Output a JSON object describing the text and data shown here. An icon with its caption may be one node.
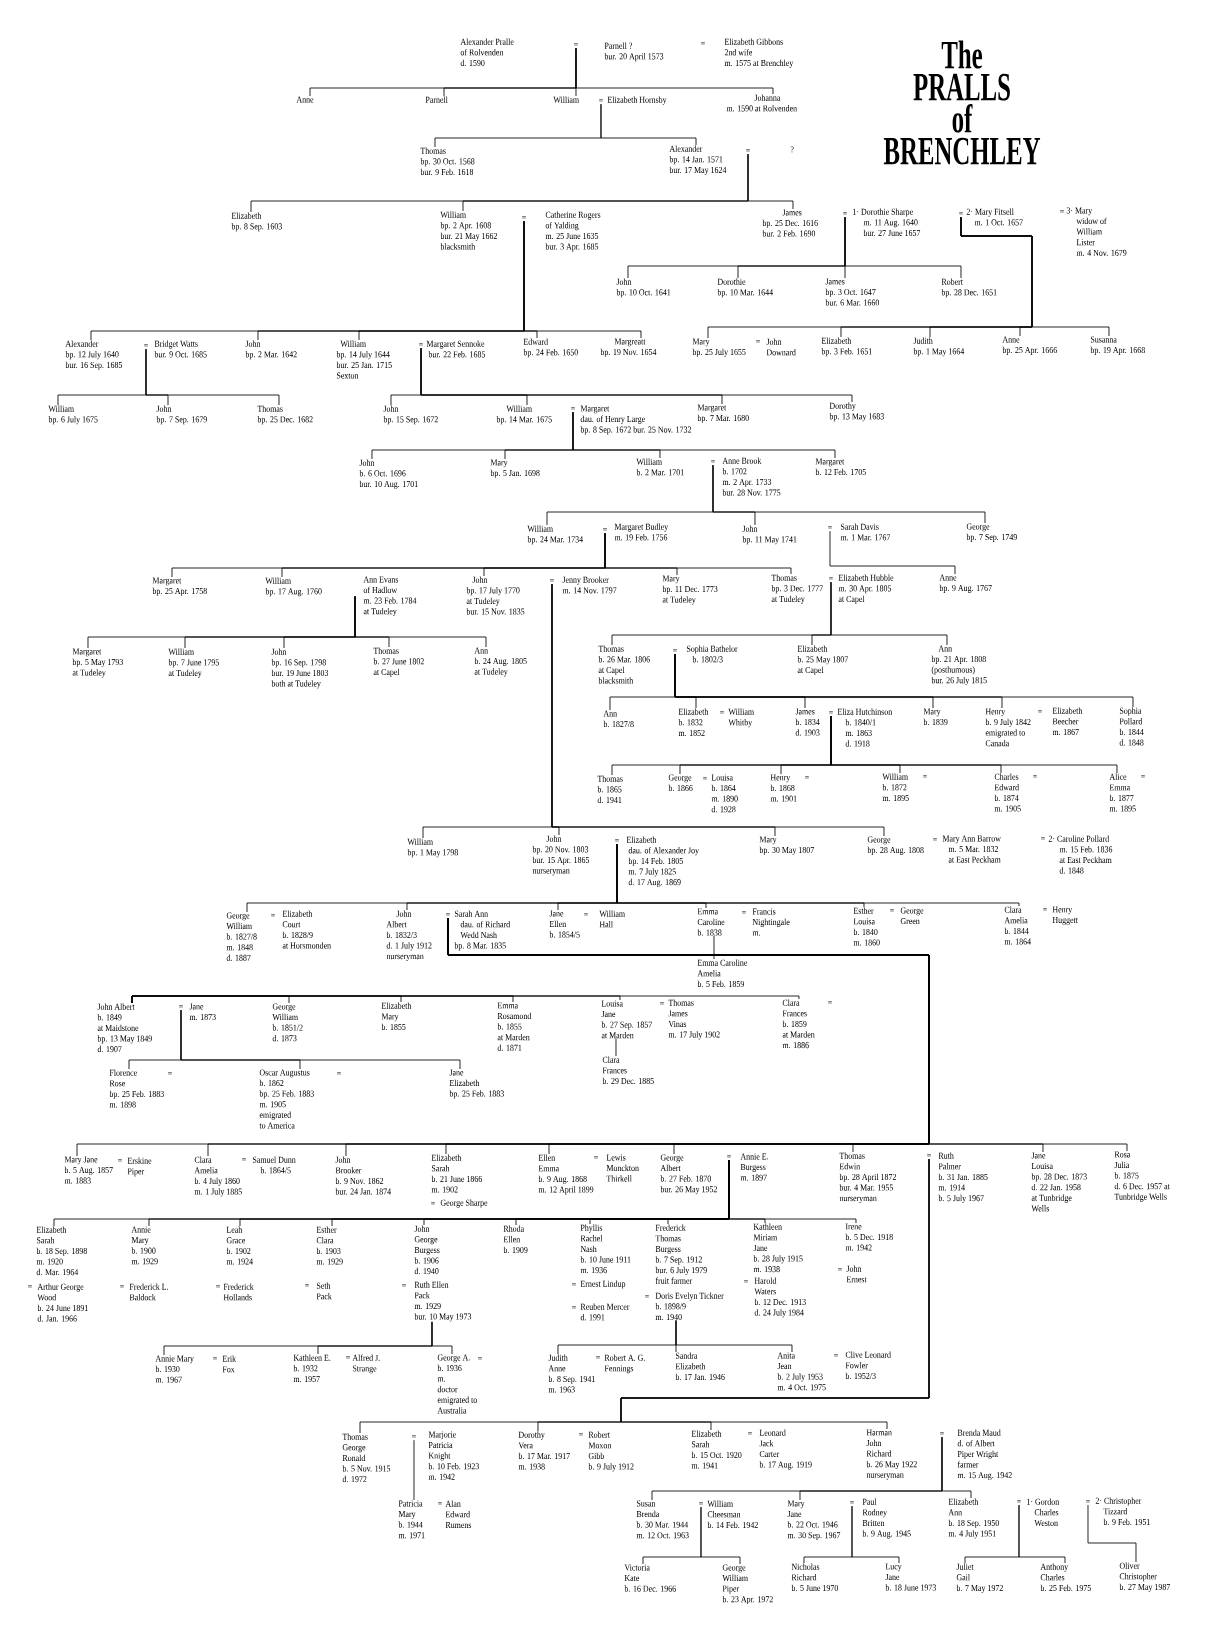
{
  "diagram": {
    "title": "The PRALLS of BRENCHLEY",
    "nodes": [
      {
        "text": [
          "Alexander Pralle of Rolvenden d. 1590"
        ]
      },
      {
        "text": [
          "="
        ]
      },
      {
        "text": [
          "Parnell ? bur. 20 April 1573"
        ]
      },
      {
        "text": [
          "="
        ]
      },
      {
        "text": [
          "Elizabeth Gibbons 2nd wife m. 1575 at Brenchley"
        ]
      },
      {
        "text": [
          "Anne"
        ]
      },
      {
        "text": [
          "Parnell"
        ]
      },
      {
        "text": [
          "William"
        ]
      },
      {
        "text": [
          "="
        ]
      },
      {
        "text": [
          "Elizabeth Hornsby"
        ]
      },
      {
        "text": [
          "Johanna m. 1590 at Rolvenden"
        ]
      },
      {
        "text": [
          "Thomas bp. 30 Oct. 1568 bur. 9 Feb. 1618"
        ]
      },
      {
        "text": [
          "Alexander bp. 14 Jan. 1571 bur. 17 May 1624"
        ]
      },
      {
        "text": [
          "="
        ]
      },
      {
        "text": [
          "?"
        ]
      },
      {
        "text": [
          "Elizabeth bp. 8 Sep. 1603"
        ]
      },
      {
        "text": [
          "William bp. 2 Apr. 1608 bur. 21 May 1662 blacksmith"
        ]
      },
      {
        "text": [
          "="
        ]
      },
      {
        "text": [
          "Catherine Rogers of Yalding m. 25 June 1635 bur. 3 Apr. 1685"
        ]
      },
      {
        "text": [
          "James bp. 25 Dec. 1616 bur. 2 Feb. 1690"
        ]
      },
      {
        "text": [
          "="
        ]
      },
      {
        "text": [
          "1· Dorothie Sharpe m. 11 Aug. 1640 bur. 27 June 1657"
        ]
      },
      {
        "text": [
          "="
        ]
      },
      {
        "text": [
          "2· Mary Fitsell m. 1 Oct. 1657"
        ]
      },
      {
        "text": [
          "="
        ]
      },
      {
        "text": [
          "3· Mary widow of William Lister m. 4 Nov. 1679"
        ]
      },
      {
        "text": [
          "John bp. 10 Oct. 1641"
        ]
      },
      {
        "text": [
          "Dorothie bp. 10 Mar. 1644"
        ]
      },
      {
        "text": [
          "James bp. 3 Oct. 1647 bur. 6 Mar. 1660"
        ]
      },
      {
        "text": [
          "Robert bp. 28 Dec. 1651"
        ]
      },
      {
        "text": [
          "Alexander bp. 12 July 1640 bur. 16 Sep. 1685"
        ]
      },
      {
        "text": [
          "="
        ]
      },
      {
        "text": [
          "Bridget Watts bur. 9 Oct. 1685"
        ]
      },
      {
        "text": [
          "John bp. 2 Mar. 1642"
        ]
      },
      {
        "text": [
          "William bp. 14 July 1644 bur. 25 Jan. 1715 Sexton"
        ]
      },
      {
        "text": [
          "="
        ]
      },
      {
        "text": [
          "Margaret Sennoke bur. 22 Feb. 1685"
        ]
      },
      {
        "text": [
          "Edward bp. 24 Feb. 1650"
        ]
      },
      {
        "text": [
          "Margreatt bp. 19 Nov. 1654"
        ]
      },
      {
        "text": [
          "Mary bp. 25 July 1655"
        ]
      },
      {
        "text": [
          "="
        ]
      },
      {
        "text": [
          "John Downard"
        ]
      },
      {
        "text": [
          "Elizabeth bp. 3 Feb. 1651"
        ]
      },
      {
        "text": [
          "Judith bp. 1 May 1664"
        ]
      },
      {
        "text": [
          "Anne bp. 25 Apr. 1666"
        ]
      },
      {
        "text": [
          "Susanna bp. 19 Apr. 1668"
        ]
      },
      {
        "text": [
          "William bp. 6 July 1675"
        ]
      },
      {
        "text": [
          "John bp. 7 Sep. 1679"
        ]
      },
      {
        "text": [
          "Thomas bp. 25 Dec. 1682"
        ]
      },
      {
        "text": [
          "John bp. 15 Sep. 1672"
        ]
      },
      {
        "text": [
          "William bp. 14 Mar. 1675"
        ]
      },
      {
        "text": [
          "="
        ]
      },
      {
        "text": [
          "Margaret dau. of Henry Large bp. 8 Sep. 1672 bur. 25 Nov. 1732"
        ]
      },
      {
        "text": [
          "Margaret bp. 7 Mar. 1680"
        ]
      },
      {
        "text": [
          "Dorothy bp. 13 May 1683"
        ]
      },
      {
        "text": [
          "John b. 6 Oct. 1696 bur. 10 Aug. 1701"
        ]
      },
      {
        "text": [
          "Mary bp. 5 Jan. 1698"
        ]
      },
      {
        "text": [
          "William b. 2 Mar. 1701"
        ]
      },
      {
        "text": [
          "="
        ]
      },
      {
        "text": [
          "Anne Brook b. 1702 m. 2 Apr. 1733 bur. 28 Nov. 1775"
        ]
      },
      {
        "text": [
          "Margaret b. 12 Feb. 1705"
        ]
      },
      {
        "text": [
          "William bp. 24 Mar. 1734"
        ]
      },
      {
        "text": [
          "="
        ]
      },
      {
        "text": [
          "Margaret Budley m. 19 Feb. 1756"
        ]
      },
      {
        "text": [
          "John bp. 11 May 1741"
        ]
      },
      {
        "text": [
          "="
        ]
      },
      {
        "text": [
          "Sarah Davis m. 1 Mar. 1767"
        ]
      },
      {
        "text": [
          "George bp. 7 Sep. 1749"
        ]
      },
      {
        "text": [
          "Margaret bp. 25 Apr. 1758"
        ]
      },
      {
        "text": [
          "William bp. 17 Aug. 1760"
        ]
      },
      {
        "text": [
          "Ann Evans of Hadlow m. 23 Feb. 1784 at Tudeley"
        ]
      },
      {
        "text": [
          "John bp. 17 July 1770 at Tudeley bur. 15 Nov. 1835"
        ]
      },
      {
        "text": [
          "="
        ]
      },
      {
        "text": [
          "Jenny Brooker m. 14 Nov. 1797"
        ]
      },
      {
        "text": [
          "Mary bp. 11 Dec. 1773 at Tudeley"
        ]
      },
      {
        "text": [
          "Thomas bp. 3 Dec. 1777 at Tudeley"
        ]
      },
      {
        "text": [
          "="
        ]
      },
      {
        "text": [
          "Elizabeth Hubble m. 30 Apr. 1805 at Capel"
        ]
      },
      {
        "text": [
          "Anne bp. 9 Aug. 1767"
        ]
      },
      {
        "text": [
          "Margaret bp. 5 May 1793 at Tudeley"
        ]
      },
      {
        "text": [
          "William bp. 7 June 1795 at Tudeley"
        ]
      },
      {
        "text": [
          "John bp. 16 Sep. 1798 bur. 19 June 1803 both at Tudeley"
        ]
      },
      {
        "text": [
          "Thomas b. 27 June 1802 at Capel"
        ]
      },
      {
        "text": [
          "Ann b. 24 Aug. 1805 at Tudeley"
        ]
      },
      {
        "text": [
          "Thomas b. 26 Mar. 1806 at Capel blacksmith"
        ]
      },
      {
        "text": [
          "="
        ]
      },
      {
        "text": [
          "Sophia Bathelor b. 1802/3"
        ]
      },
      {
        "text": [
          "Elizabeth b. 25 May 1807 at Capel"
        ]
      },
      {
        "text": [
          "Ann bp. 21 Apr. 1808 (posthumous) bur. 26 July 1815"
        ]
      },
      {
        "text": [
          "Ann b. 1827/8"
        ]
      },
      {
        "text": [
          "Elizabeth b. 1832 m. 1852"
        ]
      },
      {
        "text": [
          "="
        ]
      },
      {
        "text": [
          "William Whitby"
        ]
      },
      {
        "text": [
          "James b. 1834 d. 1903"
        ]
      },
      {
        "text": [
          "="
        ]
      },
      {
        "text": [
          "Eliza Hutchinson b. 1840/1 m. 1863 d. 1918"
        ]
      },
      {
        "text": [
          "Mary b. 1839"
        ]
      },
      {
        "text": [
          "Henry b. 9 July 1842 emigrated to Canada"
        ]
      },
      {
        "text": [
          "="
        ]
      },
      {
        "text": [
          "Elizabeth Beecher m. 1867"
        ]
      },
      {
        "text": [
          "Sophia Pollard b. 1844 d. 1848"
        ]
      },
      {
        "text": [
          "Thomas b. 1865 d. 1941"
        ]
      },
      {
        "text": [
          "George b. 1866"
        ]
      },
      {
        "text": [
          "="
        ]
      },
      {
        "text": [
          "Louisa b. 1864 m. 1890 d. 1928"
        ]
      },
      {
        "text": [
          "Henry b. 1868 m. 1901"
        ]
      },
      {
        "text": [
          "="
        ]
      },
      {
        "text": [
          "William b. 1872 m. 1895"
        ]
      },
      {
        "text": [
          "="
        ]
      },
      {
        "text": [
          "Charles Edward b. 1874 m. 1905"
        ]
      },
      {
        "text": [
          "="
        ]
      },
      {
        "text": [
          "Alice Emma b. 1877 m. 1895"
        ]
      },
      {
        "text": [
          "="
        ]
      },
      {
        "text": [
          "William bp. 1 May 1798"
        ]
      },
      {
        "text": [
          "John bp. 20 Nov. 1803 bur. 15 Apr. 1865 nurseryman"
        ]
      },
      {
        "text": [
          "="
        ]
      },
      {
        "text": [
          "Elizabeth dau. of Alexander Joy bp. 14 Feb. 1805 m. 7 July 1825 d. 17 Aug. 1869"
        ]
      },
      {
        "text": [
          "Mary bp. 30 May 1807"
        ]
      },
      {
        "text": [
          "George bp. 28 Aug. 1808"
        ]
      },
      {
        "text": [
          "="
        ]
      },
      {
        "text": [
          "Mary Ann Barrow m. 5 Mar. 1832 at East Peckham"
        ]
      },
      {
        "text": [
          "="
        ]
      },
      {
        "text": [
          "2· Caroline Pollard m. 15 Feb. 1836 at East Peckham d. 1848"
        ]
      },
      {
        "text": [
          "George William b. 1827/8 m. 1848 d. 1887"
        ]
      },
      {
        "text": [
          "="
        ]
      },
      {
        "text": [
          "Elizabeth Court b. 1828/9 at Horsmonden"
        ]
      },
      {
        "text": [
          "John Albert b. 1832/3 d. 1 July 1912 nurseryman"
        ]
      },
      {
        "text": [
          "="
        ]
      },
      {
        "text": [
          "Sarah Ann dau. of Richard Wedd Nash bp. 8 Mar. 1835"
        ]
      },
      {
        "text": [
          "Jane Ellen b. 1854/5"
        ]
      },
      {
        "text": [
          "="
        ]
      },
      {
        "text": [
          "William Hall"
        ]
      },
      {
        "text": [
          "Emma Caroline b. 1838"
        ]
      },
      {
        "text": [
          "="
        ]
      },
      {
        "text": [
          "Francis Nightingale m."
        ]
      },
      {
        "text": [
          "Esther Louisa b. 1840 m. 1860"
        ]
      },
      {
        "text": [
          "="
        ]
      },
      {
        "text": [
          "George Green"
        ]
      },
      {
        "text": [
          "Clara Amelia b. 1844 m. 1864"
        ]
      },
      {
        "text": [
          "="
        ]
      },
      {
        "text": [
          "Henry Huggett"
        ]
      },
      {
        "text": [
          "Emma Caroline Amelia b. 5 Feb. 1859"
        ]
      },
      {
        "text": [
          "John Albert b. 1849 at Maidstone bp. 13 May 1849 d. 1907"
        ]
      },
      {
        "text": [
          "="
        ]
      },
      {
        "text": [
          "Jane m. 1873"
        ]
      },
      {
        "text": [
          "George William b. 1851/2 d. 1873"
        ]
      },
      {
        "text": [
          "Elizabeth Mary b. 1855"
        ]
      },
      {
        "text": [
          "Emma Rosamond b. 1855 at Marden d. 1871"
        ]
      },
      {
        "text": [
          "Louisa Jane b. 27 Sep. 1857 at Marden"
        ]
      },
      {
        "text": [
          "="
        ]
      },
      {
        "text": [
          "Thomas James Vinas m. 17 July 1902"
        ]
      },
      {
        "text": [
          "Clara Frances b. 1859 at Marden m. 1886"
        ]
      },
      {
        "text": [
          "="
        ]
      },
      {
        "text": [
          "Clara Frances b. 29 Dec. 1885"
        ]
      },
      {
        "text": [
          "Florence Rose bp. 25 Feb. 1883 m. 1898"
        ]
      },
      {
        "text": [
          "="
        ]
      },
      {
        "text": [
          "Oscar Augustus b. 1862 bp. 25 Feb. 1883 m. 1905 emigrated to America"
        ]
      },
      {
        "text": [
          "="
        ]
      },
      {
        "text": [
          "Jane Elizabeth bp. 25 Feb. 1883"
        ]
      },
      {
        "text": [
          "Mary Jane b. 5 Aug. 1857 m. 1883"
        ]
      },
      {
        "text": [
          "="
        ]
      },
      {
        "text": [
          "Erskine Piper"
        ]
      },
      {
        "text": [
          "Clara Amelia b. 4 July 1860 m. 1 July 1885"
        ]
      },
      {
        "text": [
          "="
        ]
      },
      {
        "text": [
          "Samuel Dunn b. 1864/5"
        ]
      },
      {
        "text": [
          "John Brooker b. 9 Nov. 1862 bur. 24 Jan. 1874"
        ]
      },
      {
        "text": [
          "Elizabeth Sarah b. 21 June 1866 m. 1902"
        ]
      },
      {
        "text": [
          "="
        ]
      },
      {
        "text": [
          "George Sharpe"
        ]
      },
      {
        "text": [
          "Ellen Emma b. 9 Aug. 1868 m. 12 April 1899"
        ]
      },
      {
        "text": [
          "="
        ]
      },
      {
        "text": [
          "Lewis Monckton Thirkell"
        ]
      },
      {
        "text": [
          "George Albert b. 27 Feb. 1870 bur. 26 May 1952"
        ]
      },
      {
        "text": [
          "="
        ]
      },
      {
        "text": [
          "Annie E. Burgess m. 1897"
        ]
      },
      {
        "text": [
          "Thomas Edwin bp. 28 April 1872 bur. 4 Mar. 1955 nurseryman"
        ]
      },
      {
        "text": [
          "="
        ]
      },
      {
        "text": [
          "Ruth Palmer b. 31 Jan. 1885 m. 1914 b. 5 July 1967"
        ]
      },
      {
        "text": [
          "Jane Louisa bp. 28 Dec. 1873 d. 22 Jan. 1958 at Tunbridge Wells"
        ]
      },
      {
        "text": [
          "Rosa Julia b. 1875 d. 6 Dec. 1957 at Tunbridge Wells"
        ]
      },
      {
        "text": [
          "Elizabeth Sarah b. 18 Sep. 1898 m. 1920 d. Mar. 1964"
        ]
      },
      {
        "text": [
          "="
        ]
      },
      {
        "text": [
          "Arthur George Wood b. 24 June 1891 d. Jan. 1966"
        ]
      },
      {
        "text": [
          "Annie Mary b. 1900 m. 1929"
        ]
      },
      {
        "text": [
          "="
        ]
      },
      {
        "text": [
          "Frederick L. Baldock"
        ]
      },
      {
        "text": [
          "Leah Grace b. 1902 m. 1924"
        ]
      },
      {
        "text": [
          "="
        ]
      },
      {
        "text": [
          "Frederick Hollands"
        ]
      },
      {
        "text": [
          "Esther Clara b. 1903 m. 1929"
        ]
      },
      {
        "text": [
          "="
        ]
      },
      {
        "text": [
          "Seth Pack"
        ]
      },
      {
        "text": [
          "John George Burgess b. 1906 d. 1940"
        ]
      },
      {
        "text": [
          "="
        ]
      },
      {
        "text": [
          "Ruth Ellen Pack m. 1929 bur. 10 May 1973"
        ]
      },
      {
        "text": [
          "Rhoda Ellen b. 1909"
        ]
      },
      {
        "text": [
          "Phyllis Rachel Nash b. 10 June 1911 m. 1936"
        ]
      },
      {
        "text": [
          "="
        ]
      },
      {
        "text": [
          "Ernest Lindup"
        ]
      },
      {
        "text": [
          "="
        ]
      },
      {
        "text": [
          "Reuben Mercer d. 1991"
        ]
      },
      {
        "text": [
          "Frederick Thomas Burgess b. 7 Sep. 1912 bur. 6 July 1979 fruit farmer"
        ]
      },
      {
        "text": [
          "="
        ]
      },
      {
        "text": [
          "Doris Evelyn Tickner b. 1898/9 m. 1940"
        ]
      },
      {
        "text": [
          "Kathleen Miriam Jane b. 28 July 1915 m. 1938"
        ]
      },
      {
        "text": [
          "="
        ]
      },
      {
        "text": [
          "Harold Waters b. 12 Dec. 1913 d. 24 July 1984"
        ]
      },
      {
        "text": [
          "Irene b. 5 Dec. 1918 m. 1942"
        ]
      },
      {
        "text": [
          "="
        ]
      },
      {
        "text": [
          "John Ernest"
        ]
      },
      {
        "text": [
          "Annie Mary b. 1930 m. 1967"
        ]
      },
      {
        "text": [
          "="
        ]
      },
      {
        "text": [
          "Erik Fox"
        ]
      },
      {
        "text": [
          "Kathleen E. b. 1932 m. 1957"
        ]
      },
      {
        "text": [
          "="
        ]
      },
      {
        "text": [
          "Alfred J. Strange"
        ]
      },
      {
        "text": [
          "George A. b. 1936 m. doctor emigrated to Australia"
        ]
      },
      {
        "text": [
          "="
        ]
      },
      {
        "text": [
          "Judith Anne b. 8 Sep. 1941 m. 1963"
        ]
      },
      {
        "text": [
          "="
        ]
      },
      {
        "text": [
          "Robert A. G. Fennings"
        ]
      },
      {
        "text": [
          "Sandra Elizabeth b. 17 Jan. 1946"
        ]
      },
      {
        "text": [
          "Anita Jean b. 2 July 1953 m. 4 Oct. 1975"
        ]
      },
      {
        "text": [
          "="
        ]
      },
      {
        "text": [
          "Clive Leonard Fowler b. 1952/3"
        ]
      },
      {
        "text": [
          "Thomas George Ronald b. 5 Nov. 1915 d. 1972"
        ]
      },
      {
        "text": [
          "="
        ]
      },
      {
        "text": [
          "Marjorie Patricia Knight b. 10 Feb. 1923 m. 1942"
        ]
      },
      {
        "text": [
          "Dorothy Vera b. 17 Mar. 1917 m. 1938"
        ]
      },
      {
        "text": [
          "="
        ]
      },
      {
        "text": [
          "Robert Moxon Gibb b. 9 July 1912"
        ]
      },
      {
        "text": [
          "Elizabeth Sarah b. 15 Oct. 1920 m. 1941"
        ]
      },
      {
        "text": [
          "="
        ]
      },
      {
        "text": [
          "Leonard Jack Carter b. 17 Aug. 1919"
        ]
      },
      {
        "text": [
          "Harman John Richard b. 26 May 1922 nurseryman"
        ]
      },
      {
        "text": [
          "="
        ]
      },
      {
        "text": [
          "Brenda Maud d. of Albert Piper Wright farmer m. 15 Aug. 1942"
        ]
      },
      {
        "text": [
          "Patricia Mary b. 1944 m. 1971"
        ]
      },
      {
        "text": [
          "="
        ]
      },
      {
        "text": [
          "Alan Edward Rumens"
        ]
      },
      {
        "text": [
          "Susan Brenda b. 30 Mar. 1944 m. 12 Oct. 1963"
        ]
      },
      {
        "text": [
          "="
        ]
      },
      {
        "text": [
          "William Cheesman b. 14 Feb. 1942"
        ]
      },
      {
        "text": [
          "Mary Jane b. 22 Oct. 1946 m. 30 Sep. 1967"
        ]
      },
      {
        "text": [
          "="
        ]
      },
      {
        "text": [
          "Paul Rodney Britten b. 9 Aug. 1945"
        ]
      },
      {
        "text": [
          "Elizabeth Ann b. 18 Sep. 1950 m. 4 July 1951"
        ]
      },
      {
        "text": [
          "="
        ]
      },
      {
        "text": [
          "1· Gordon Charles Weston"
        ]
      },
      {
        "text": [
          "="
        ]
      },
      {
        "text": [
          "2· Christopher Tizzard b. 9 Feb. 1951"
        ]
      },
      {
        "text": [
          "Victoria Kate b. 16 Dec. 1966"
        ]
      },
      {
        "text": [
          "George William Piper b. 23 Apr. 1972"
        ]
      },
      {
        "text": [
          "Nicholas Richard b. 5 June 1970"
        ]
      },
      {
        "text": [
          "Lucy Jane b. 18 June 1973"
        ]
      },
      {
        "text": [
          "Juliet Gail b. 7 May 1972"
        ]
      },
      {
        "text": [
          "Anthony Charles b. 25 Feb. 1975"
        ]
      },
      {
        "text": [
          "Oliver Christopher b. 27 May 1987"
        ]
      }
    ],
    "edges": [
      {
        "from": 1,
        "to": 5,
        "arrow": "none"
      },
      {
        "from": 1,
        "to": 6,
        "arrow": "none"
      },
      {
        "from": 1,
        "to": 7,
        "arrow": "none"
      },
      {
        "from": 1,
        "to": 10,
        "arrow": "none"
      },
      {
        "from": 8,
        "to": 11,
        "arrow": "none"
      },
      {
        "from": 8,
        "to": 12,
        "arrow": "none"
      },
      {
        "from": 13,
        "to": 15,
        "arrow": "none"
      },
      {
        "from": 13,
        "to": 16,
        "arrow": "none"
      },
      {
        "from": 13,
        "to": 19,
        "arrow": "none"
      },
      {
        "from": 17,
        "to": 30,
        "arrow": "none"
      },
      {
        "from": 17,
        "to": 33,
        "arrow": "none"
      },
      {
        "from": 17,
        "to": 34,
        "arrow": "none"
      },
      {
        "from": 17,
        "to": 37,
        "arrow": "none"
      },
      {
        "from": 17,
        "to": 38,
        "arrow": "none"
      },
      {
        "from": 20,
        "to": 26,
        "arrow": "none"
      },
      {
        "from": 20,
        "to": 27,
        "arrow": "none"
      },
      {
        "from": 20,
        "to": 28,
        "arrow": "none"
      },
      {
        "from": 20,
        "to": 29,
        "arrow": "none"
      },
      {
        "from": 22,
        "to": 39,
        "arrow": "none"
      },
      {
        "from": 22,
        "to": 42,
        "arrow": "none"
      },
      {
        "from": 22,
        "to": 43,
        "arrow": "none"
      },
      {
        "from": 22,
        "to": 44,
        "arrow": "none"
      },
      {
        "from": 22,
        "to": 45,
        "arrow": "none"
      },
      {
        "from": 31,
        "to": 46,
        "arrow": "none"
      },
      {
        "from": 31,
        "to": 47,
        "arrow": "none"
      },
      {
        "from": 31,
        "to": 48,
        "arrow": "none"
      },
      {
        "from": 35,
        "to": 49,
        "arrow": "none"
      },
      {
        "from": 35,
        "to": 50,
        "arrow": "none"
      },
      {
        "from": 35,
        "to": 53,
        "arrow": "none"
      },
      {
        "from": 35,
        "to": 54,
        "arrow": "none"
      },
      {
        "from": 51,
        "to": 55,
        "arrow": "none"
      },
      {
        "from": 51,
        "to": 56,
        "arrow": "none"
      },
      {
        "from": 51,
        "to": 57,
        "arrow": "none"
      },
      {
        "from": 51,
        "to": 60,
        "arrow": "none"
      },
      {
        "from": 58,
        "to": 61,
        "arrow": "none"
      },
      {
        "from": 58,
        "to": 64,
        "arrow": "none"
      },
      {
        "from": 58,
        "to": 67,
        "arrow": "none"
      },
      {
        "from": 62,
        "to": 68,
        "arrow": "none"
      },
      {
        "from": 62,
        "to": 69,
        "arrow": "none"
      },
      {
        "from": 62,
        "to": 71,
        "arrow": "none"
      },
      {
        "from": 62,
        "to": 74,
        "arrow": "none"
      },
      {
        "from": 62,
        "to": 75,
        "arrow": "none"
      },
      {
        "from": 65,
        "to": 78,
        "arrow": "none"
      },
      {
        "from": 70,
        "to": 79,
        "arrow": "none"
      },
      {
        "from": 70,
        "to": 80,
        "arrow": "none"
      },
      {
        "from": 70,
        "to": 81,
        "arrow": "none"
      },
      {
        "from": 70,
        "to": 82,
        "arrow": "none"
      },
      {
        "from": 70,
        "to": 83,
        "arrow": "none"
      },
      {
        "from": 72,
        "to": 113,
        "arrow": "none"
      },
      {
        "from": 72,
        "to": 114,
        "arrow": "none"
      },
      {
        "from": 72,
        "to": 117,
        "arrow": "none"
      },
      {
        "from": 72,
        "to": 118,
        "arrow": "none"
      },
      {
        "from": 76,
        "to": 84,
        "arrow": "none"
      },
      {
        "from": 76,
        "to": 87,
        "arrow": "none"
      },
      {
        "from": 76,
        "to": 88,
        "arrow": "none"
      },
      {
        "from": 85,
        "to": 89,
        "arrow": "none"
      },
      {
        "from": 85,
        "to": 90,
        "arrow": "none"
      },
      {
        "from": 85,
        "to": 93,
        "arrow": "none"
      },
      {
        "from": 85,
        "to": 96,
        "arrow": "none"
      },
      {
        "from": 85,
        "to": 97,
        "arrow": "none"
      },
      {
        "from": 85,
        "to": 100,
        "arrow": "none"
      },
      {
        "from": 94,
        "to": 101,
        "arrow": "none"
      },
      {
        "from": 94,
        "to": 102,
        "arrow": "none"
      },
      {
        "from": 94,
        "to": 105,
        "arrow": "none"
      },
      {
        "from": 94,
        "to": 107,
        "arrow": "none"
      },
      {
        "from": 94,
        "to": 109,
        "arrow": "none"
      },
      {
        "from": 94,
        "to": 111,
        "arrow": "none"
      },
      {
        "from": 115,
        "to": 123,
        "arrow": "none"
      },
      {
        "from": 115,
        "to": 126,
        "arrow": "none"
      },
      {
        "from": 115,
        "to": 129,
        "arrow": "none"
      },
      {
        "from": 115,
        "to": 132,
        "arrow": "none"
      },
      {
        "from": 115,
        "to": 135,
        "arrow": "none"
      },
      {
        "from": 115,
        "to": 138,
        "arrow": "none"
      },
      {
        "from": 132,
        "to": 141,
        "arrow": "none"
      },
      {
        "from": 142,
        "to": 145,
        "arrow": "none"
      },
      {
        "from": 142,
        "to": 146,
        "arrow": "none"
      },
      {
        "from": 142,
        "to": 147,
        "arrow": "none"
      },
      {
        "from": 142,
        "to": 148,
        "arrow": "none"
      },
      {
        "from": 142,
        "to": 151,
        "arrow": "none"
      },
      {
        "from": 148,
        "to": 153,
        "arrow": "none"
      },
      {
        "from": 143,
        "to": 154,
        "arrow": "none"
      },
      {
        "from": 143,
        "to": 156,
        "arrow": "none"
      },
      {
        "from": 143,
        "to": 158,
        "arrow": "none"
      },
      {
        "from": 127,
        "to": 159,
        "arrow": "none"
      },
      {
        "from": 127,
        "to": 162,
        "arrow": "none"
      },
      {
        "from": 127,
        "to": 165,
        "arrow": "none"
      },
      {
        "from": 127,
        "to": 166,
        "arrow": "none"
      },
      {
        "from": 127,
        "to": 169,
        "arrow": "none"
      },
      {
        "from": 127,
        "to": 172,
        "arrow": "none"
      },
      {
        "from": 127,
        "to": 175,
        "arrow": "none"
      },
      {
        "from": 127,
        "to": 178,
        "arrow": "none"
      },
      {
        "from": 127,
        "to": 179,
        "arrow": "none"
      },
      {
        "from": 173,
        "to": 180,
        "arrow": "none"
      },
      {
        "from": 173,
        "to": 183,
        "arrow": "none"
      },
      {
        "from": 173,
        "to": 186,
        "arrow": "none"
      },
      {
        "from": 173,
        "to": 189,
        "arrow": "none"
      },
      {
        "from": 173,
        "to": 192,
        "arrow": "none"
      },
      {
        "from": 173,
        "to": 195,
        "arrow": "none"
      },
      {
        "from": 173,
        "to": 196,
        "arrow": "none"
      },
      {
        "from": 173,
        "to": 201,
        "arrow": "none"
      },
      {
        "from": 173,
        "to": 204,
        "arrow": "none"
      },
      {
        "from": 173,
        "to": 207,
        "arrow": "none"
      },
      {
        "from": 194,
        "to": 210,
        "arrow": "none"
      },
      {
        "from": 194,
        "to": 213,
        "arrow": "none"
      },
      {
        "from": 194,
        "to": 216,
        "arrow": "none"
      },
      {
        "from": 203,
        "to": 218,
        "arrow": "none"
      },
      {
        "from": 203,
        "to": 221,
        "arrow": "none"
      },
      {
        "from": 203,
        "to": 222,
        "arrow": "none"
      },
      {
        "from": 176,
        "to": 225,
        "arrow": "none"
      },
      {
        "from": 176,
        "to": 228,
        "arrow": "none"
      },
      {
        "from": 176,
        "to": 231,
        "arrow": "none"
      },
      {
        "from": 176,
        "to": 234,
        "arrow": "none"
      },
      {
        "from": 226,
        "to": 237,
        "arrow": "none"
      },
      {
        "from": 235,
        "to": 240,
        "arrow": "none"
      },
      {
        "from": 235,
        "to": 243,
        "arrow": "none"
      },
      {
        "from": 235,
        "to": 246,
        "arrow": "none"
      },
      {
        "from": 241,
        "to": 251,
        "arrow": "none"
      },
      {
        "from": 241,
        "to": 252,
        "arrow": "none"
      },
      {
        "from": 244,
        "to": 253,
        "arrow": "none"
      },
      {
        "from": 244,
        "to": 254,
        "arrow": "none"
      },
      {
        "from": 247,
        "to": 255,
        "arrow": "none"
      },
      {
        "from": 247,
        "to": 256,
        "arrow": "none"
      },
      {
        "from": 249,
        "to": 257,
        "arrow": "none"
      }
    ]
  }
}
